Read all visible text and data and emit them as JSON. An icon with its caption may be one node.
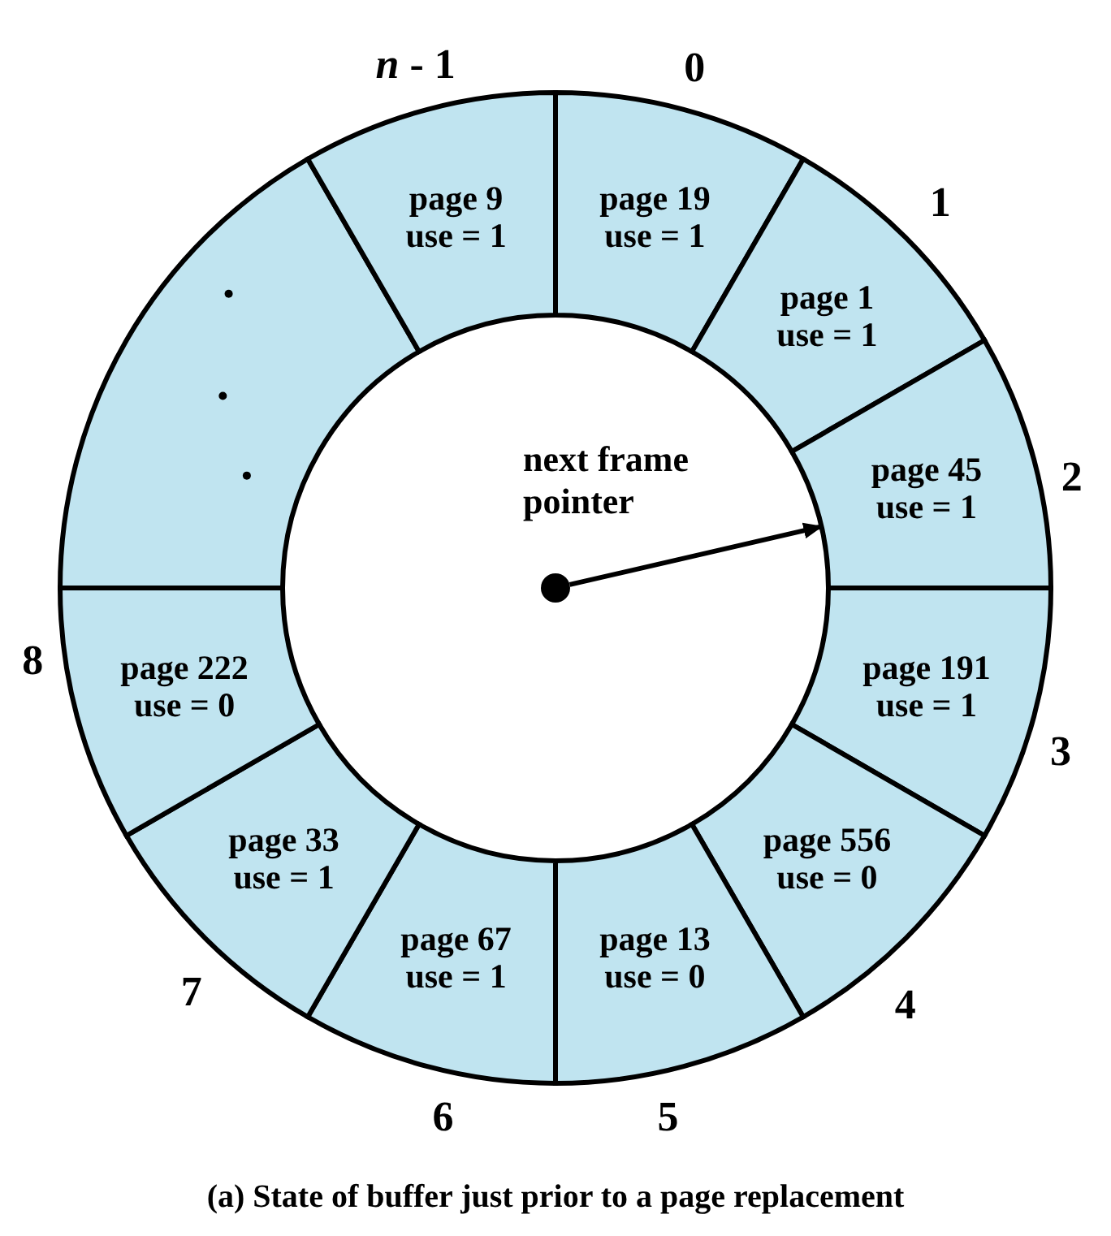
{
  "diagram": {
    "caption": "(a) State of buffer just prior to a page replacement",
    "nodes": [
      {
        "text": [
          "page 19",
          "use = 1"
        ],
        "beside": [
          "0"
        ]
      },
      {
        "text": [
          "page 1",
          "use = 1"
        ],
        "beside": [
          "1"
        ]
      },
      {
        "text": [
          "page 45",
          "use = 1"
        ],
        "beside": [
          "2"
        ]
      },
      {
        "text": [
          "page 191",
          "use = 1"
        ],
        "beside": [
          "3"
        ]
      },
      {
        "text": [
          "page 556",
          "use = 0"
        ],
        "beside": [
          "4"
        ]
      },
      {
        "text": [
          "page 13",
          "use = 0"
        ],
        "beside": [
          "5"
        ]
      },
      {
        "text": [
          "page 67",
          "use = 1"
        ],
        "beside": [
          "6"
        ]
      },
      {
        "text": [
          "page 33",
          "use = 1"
        ],
        "beside": [
          "7"
        ]
      },
      {
        "text": [
          "page 222",
          "use = 0"
        ],
        "beside": [
          "8"
        ]
      },
      {
        "text": [],
        "shape": "box"
      },
      {
        "text": [
          "page 9",
          "use = 1"
        ],
        "beside": [
          "*n* - 1"
        ]
      },
      {
        "text": [],
        "shape": "circle"
      }
    ],
    "edges": [
      {
        "from": 11,
        "to": 2,
        "arrow": "to",
        "label": "next frame pointer"
      }
    ]
  }
}
